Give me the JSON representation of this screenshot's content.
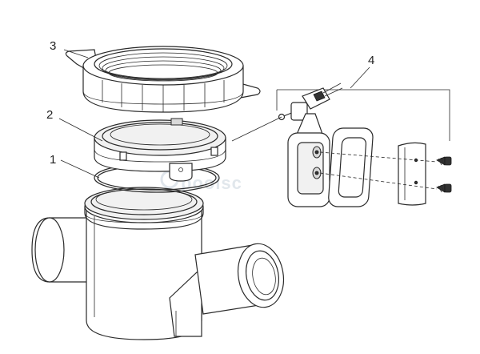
{
  "diagram": {
    "callouts": [
      {
        "id": "1",
        "label": "1"
      },
      {
        "id": "2",
        "label": "2"
      },
      {
        "id": "3",
        "label": "3"
      },
      {
        "id": "4",
        "label": "4"
      }
    ],
    "watermark": "poolsc",
    "line_color": "#2a2a2a",
    "background": "#ffffff"
  }
}
